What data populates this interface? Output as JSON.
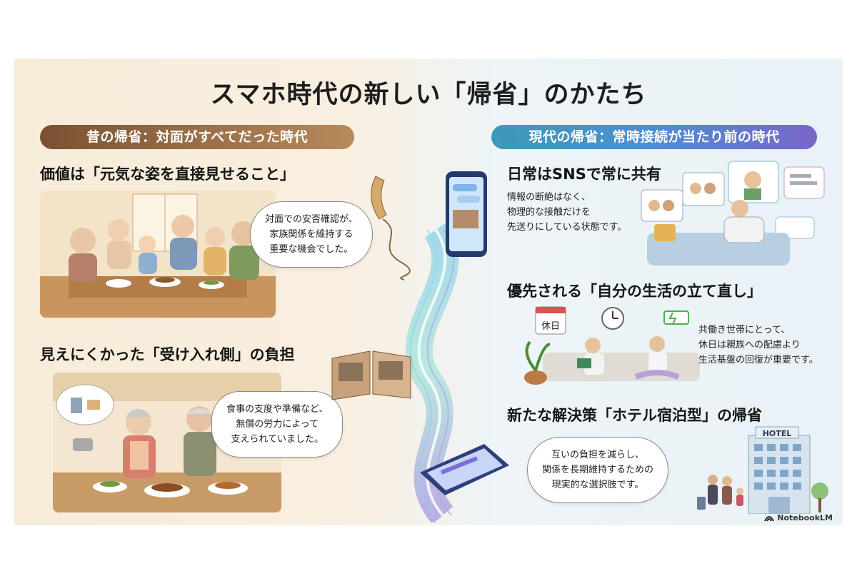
{
  "title": "スマホ時代の新しい「帰省」のかたち",
  "left": {
    "banner": "昔の帰省：対面がすべてだった時代",
    "section1": {
      "heading": "価値は「元気な姿を直接見せること」",
      "bubble_line1": "対面での安否確認が、",
      "bubble_line2": "家族関係を維持する",
      "bubble_line3": "重要な機会でした。"
    },
    "section2": {
      "heading": "見えにくかった「受け入れ側」の負担",
      "bubble_line1": "食事の支度や準備など、",
      "bubble_line2": "無償の労力によって",
      "bubble_line3": "支えられていました。"
    }
  },
  "right": {
    "banner": "現代の帰省：常時接続が当たり前の時代",
    "section1": {
      "heading": "日常はSNSで常に共有",
      "note_line1": "情報の断絶はなく、",
      "note_line2": "物理的な接触だけを",
      "note_line3": "先送りにしている状態です。"
    },
    "section2": {
      "heading": "優先される「自分の生活の立て直し」",
      "calendar_label": "休日",
      "note_line1": "共働き世帯にとって、",
      "note_line2": "休日は親族への配慮より",
      "note_line3": "生活基盤の回復が重要です。"
    },
    "section3": {
      "heading": "新たな解決策「ホテル宿泊型」の帰省",
      "hotel_sign": "HOTEL",
      "bubble_line1": "互いの負担を減らし、",
      "bubble_line2": "関係を長期維持するための",
      "bubble_line3": "現実的な選択肢です。"
    }
  },
  "watermark": "NotebookLM",
  "colors": {
    "left_banner": "#8b6240",
    "right_banner_start": "#3d9ab7",
    "right_banner_end": "#7a66c9"
  }
}
